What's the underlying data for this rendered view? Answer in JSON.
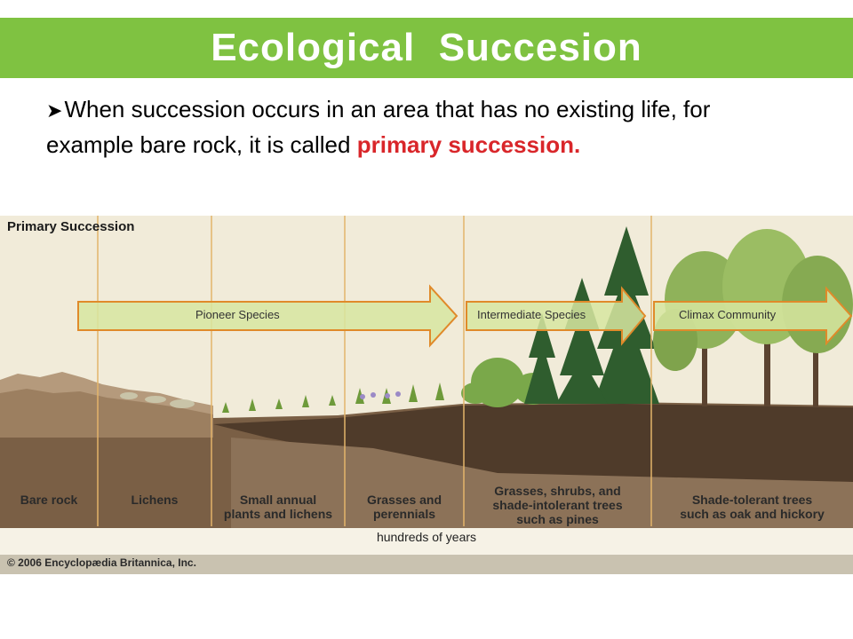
{
  "slide": {
    "title": "Ecological  Succesion",
    "bullet_marker": "➤",
    "bullet_text": "When succession occurs in an area that has no existing life, for example bare rock, it is called ",
    "bullet_highlight": "primary succession."
  },
  "figure": {
    "heading": "Primary Succession",
    "arrows": [
      "Pioneer Species",
      "Intermediate Species",
      "Climax Community"
    ],
    "stages": [
      {
        "line1": "Bare rock",
        "line2": ""
      },
      {
        "line1": "Lichens",
        "line2": ""
      },
      {
        "line1": "Small annual",
        "line2": "plants and lichens"
      },
      {
        "line1": "Grasses and",
        "line2": "perennials"
      },
      {
        "line1": "Grasses, shrubs, and",
        "line2": "shade-intolerant trees",
        "line3": "such as pines"
      },
      {
        "line1": "Shade-tolerant trees",
        "line2": "such as oak and hickory"
      }
    ],
    "axis_label": "hundreds of years",
    "credit": "© 2006 Encyclopædia Britannica, Inc."
  },
  "colors": {
    "title_bar": "#7fc241",
    "highlight": "#d9262a",
    "arrow_fill": "#d7e6a0",
    "arrow_stroke": "#e08a2a",
    "soil": "#5a4532",
    "rock": "#b59a7c"
  }
}
